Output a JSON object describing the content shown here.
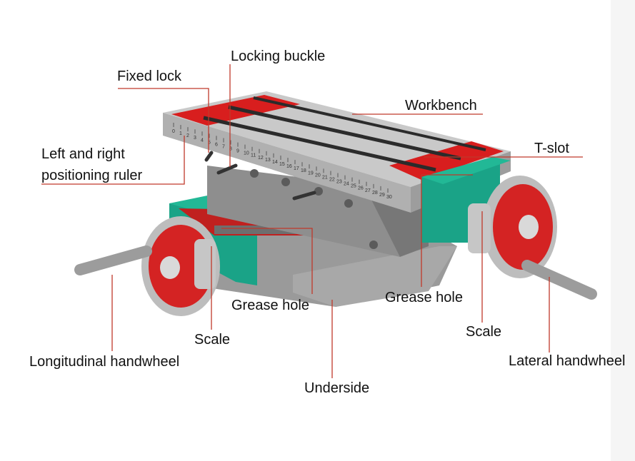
{
  "labels": {
    "fixed_lock": "Fixed lock",
    "locking_buckle": "Locking buckle",
    "workbench": "Workbench",
    "t_slot": "T-slot",
    "positioning_ruler_line1": "Left and right",
    "positioning_ruler_line2": "positioning ruler",
    "grease_hole_left": "Grease hole",
    "grease_hole_right": "Grease hole",
    "scale_left": "Scale",
    "scale_right": "Scale",
    "longitudinal_handwheel": "Longitudinal handwheel",
    "lateral_handwheel": "Lateral handwheel",
    "underside": "Underside"
  },
  "ruler_ticks": [
    "0",
    "1",
    "2",
    "3",
    "4",
    "5",
    "6",
    "7",
    "8",
    "9",
    "10",
    "11",
    "12",
    "13",
    "14",
    "15",
    "16",
    "17",
    "18",
    "19",
    "20",
    "21",
    "22",
    "23",
    "24",
    "25",
    "26",
    "27",
    "28",
    "29",
    "30"
  ],
  "colors": {
    "leader_line": "#c0392b",
    "table_red": "#d81e1e",
    "steel": "#b9b9b9",
    "steel_dark": "#7d7d7d",
    "base_green": "#1aa387",
    "wheel_red": "#d42323"
  }
}
